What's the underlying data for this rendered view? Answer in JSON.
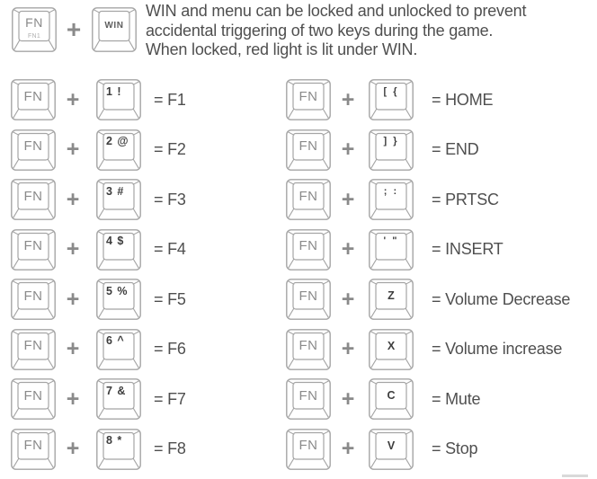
{
  "header": {
    "key1": {
      "label": "FN",
      "sublabel": "FN1"
    },
    "key2": {
      "label": "WIN"
    },
    "description_lines": [
      "WIN and menu can be locked and unlocked to prevent",
      "accidental triggering of two keys during the game.",
      "When locked, red light is lit under WIN."
    ]
  },
  "plus_sign": "+",
  "combos": {
    "left": [
      {
        "key1": "FN",
        "key2": "1 !",
        "key2_style": "num",
        "result": "= F1"
      },
      {
        "key1": "FN",
        "key2": "2 @",
        "key2_style": "num",
        "result": "= F2"
      },
      {
        "key1": "FN",
        "key2": "3 #",
        "key2_style": "num",
        "result": "= F3"
      },
      {
        "key1": "FN",
        "key2": "4 $",
        "key2_style": "num",
        "result": "= F4"
      },
      {
        "key1": "FN",
        "key2": "5 %",
        "key2_style": "num",
        "result": "= F5"
      },
      {
        "key1": "FN",
        "key2": "6 ^",
        "key2_style": "num",
        "result": "= F6"
      },
      {
        "key1": "FN",
        "key2": "7 &",
        "key2_style": "num",
        "result": "= F7"
      },
      {
        "key1": "FN",
        "key2": "8 *",
        "key2_style": "num",
        "result": "= F8"
      }
    ],
    "right": [
      {
        "key1": "FN",
        "key2": "[ {",
        "key2_style": "punct",
        "result": "= HOME"
      },
      {
        "key1": "FN",
        "key2": "] }",
        "key2_style": "punct",
        "result": "= END"
      },
      {
        "key1": "FN",
        "key2": "; :",
        "key2_style": "punct",
        "result": "= PRTSC"
      },
      {
        "key1": "FN",
        "key2": "' \"",
        "key2_style": "punct",
        "result": "= INSERT"
      },
      {
        "key1": "FN",
        "key2": "Z",
        "key2_style": "letter",
        "result": "= Volume Decrease"
      },
      {
        "key1": "FN",
        "key2": "X",
        "key2_style": "letter",
        "result": "= Volume increase"
      },
      {
        "key1": "FN",
        "key2": "C",
        "key2_style": "letter",
        "result": "= Mute"
      },
      {
        "key1": "FN",
        "key2": "V",
        "key2_style": "letter",
        "result": "= Stop"
      }
    ]
  },
  "colors": {
    "key_outline": "#a5a5a5",
    "body_text": "#4f4f4f",
    "key_label_dark": "#3d3d3d",
    "fn_label": "#8a8a8a",
    "plus": "#8a8a8a"
  }
}
